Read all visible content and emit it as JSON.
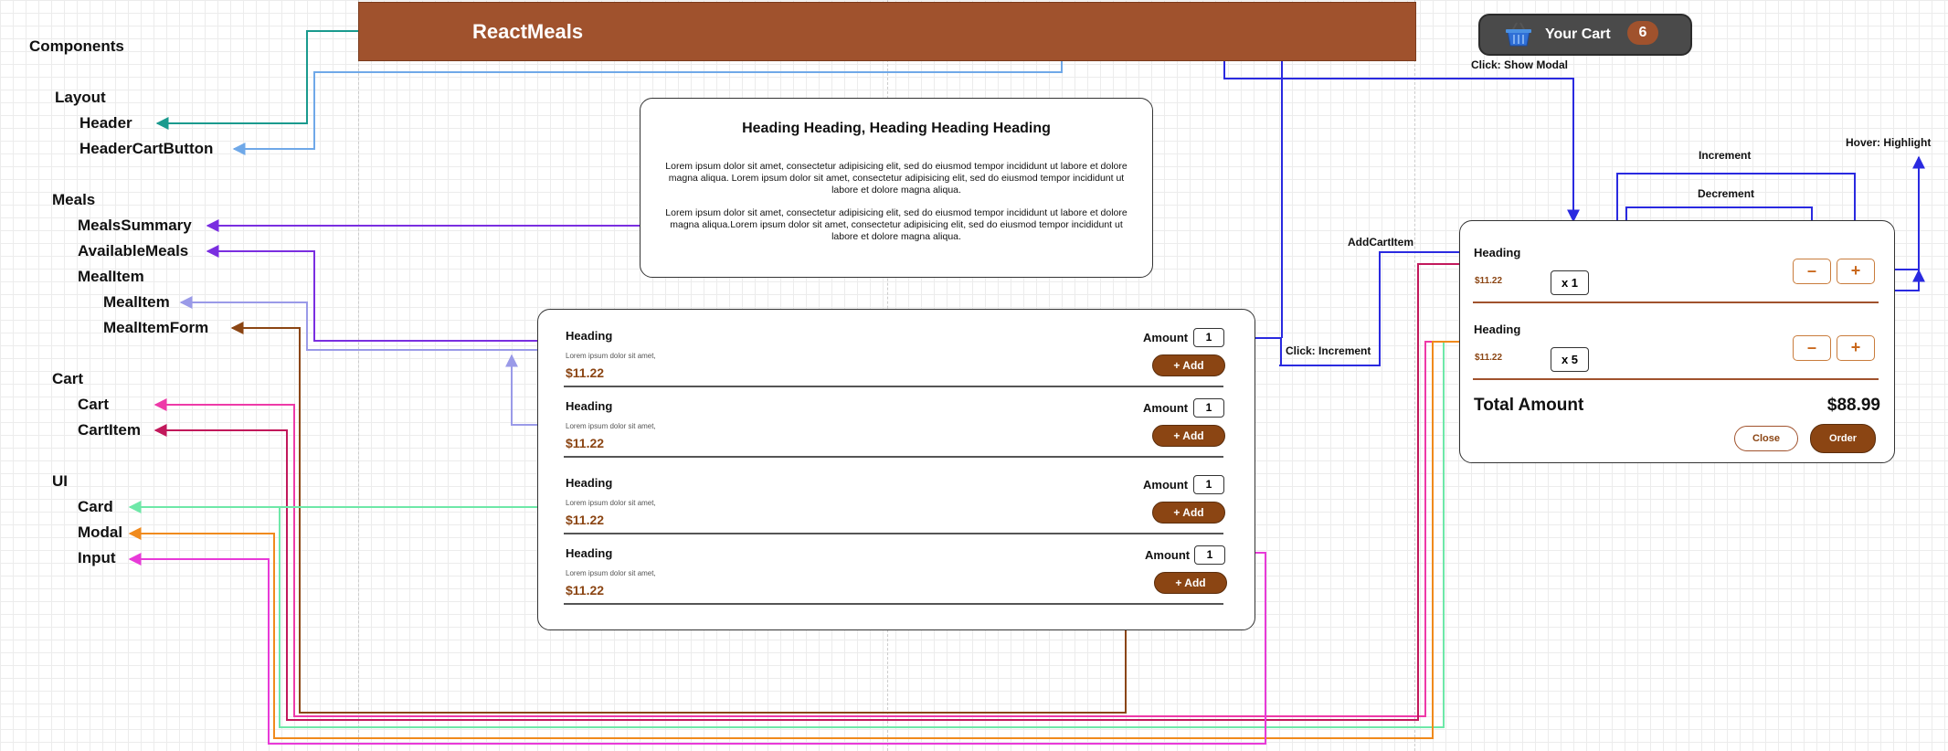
{
  "tree": {
    "components": "Components",
    "layout": "Layout",
    "header": "Header",
    "header_cart_button": "HeaderCartButton",
    "meals": "Meals",
    "meals_summary": "MealsSummary",
    "available_meals": "AvailableMeals",
    "meal_item_group": "MealItem",
    "meal_item": "MealItem",
    "meal_item_form": "MealItemForm",
    "cart": "Cart",
    "cart_component": "Cart",
    "cart_item": "CartItem",
    "ui": "UI",
    "card": "Card",
    "modal": "Modal",
    "input": "Input"
  },
  "header": {
    "title": "ReactMeals",
    "cart_label": "Your Cart",
    "cart_count": "6",
    "cart_icon": "shopping-basket-icon"
  },
  "summary": {
    "title": "Heading Heading, Heading Heading Heading",
    "para1": "Lorem ipsum dolor sit amet, consectetur adipisicing elit, sed do eiusmod tempor incididunt ut labore et dolore magna aliqua. Lorem ipsum dolor sit amet, consectetur adipisicing elit, sed do eiusmod tempor incididunt ut labore et dolore magna aliqua.",
    "para2": "Lorem ipsum dolor sit amet, consectetur adipisicing elit, sed do eiusmod tempor incididunt ut labore et dolore magna aliqua.Lorem ipsum dolor sit amet, consectetur adipisicing elit, sed do eiusmod tempor incididunt ut labore et dolore magna aliqua."
  },
  "meals": [
    {
      "heading": "Heading",
      "desc": "Lorem ipsum dolor sit amet,",
      "price": "$11.22",
      "amount_label": "Amount",
      "amount": "1",
      "add_label": "+ Add"
    },
    {
      "heading": "Heading",
      "desc": "Lorem ipsum dolor sit amet,",
      "price": "$11.22",
      "amount_label": "Amount",
      "amount": "1",
      "add_label": "+ Add"
    },
    {
      "heading": "Heading",
      "desc": "Lorem ipsum dolor sit amet,",
      "price": "$11.22",
      "amount_label": "Amount",
      "amount": "1",
      "add_label": "+ Add"
    },
    {
      "heading": "Heading",
      "desc": "Lorem ipsum dolor sit amet,",
      "price": "$11.22",
      "amount_label": "Amount",
      "amount": "1",
      "add_label": "+ Add"
    }
  ],
  "cart": {
    "items": [
      {
        "heading": "Heading",
        "price": "$11.22",
        "qty": "x 1",
        "minus": "–",
        "plus": "+"
      },
      {
        "heading": "Heading",
        "price": "$11.22",
        "qty": "x 5",
        "minus": "–",
        "plus": "+"
      }
    ],
    "total_label": "Total Amount",
    "total_value": "$88.99",
    "close_label": "Close",
    "order_label": "Order"
  },
  "annotations": {
    "show_modal": "Click: Show Modal",
    "increment": "Increment",
    "decrement": "Decrement",
    "hover": "Hover: Highlight",
    "add_cart_item": "AddCartItem",
    "click_increment": "Click: Increment"
  },
  "colors": {
    "header_bg": "#a0522d",
    "button_brown": "#8b4513",
    "teal": "#1a9a8e",
    "light_blue": "#6fa8e8",
    "purple": "#7a2ee0",
    "lavender": "#9a9ae8",
    "dark_brown": "#8b4513",
    "pink": "#ee3aa8",
    "crimson": "#c2185b",
    "mint": "#6ee8a8",
    "orange": "#f08a1c",
    "magenta": "#e83ad8",
    "blue": "#2a2ae0"
  }
}
